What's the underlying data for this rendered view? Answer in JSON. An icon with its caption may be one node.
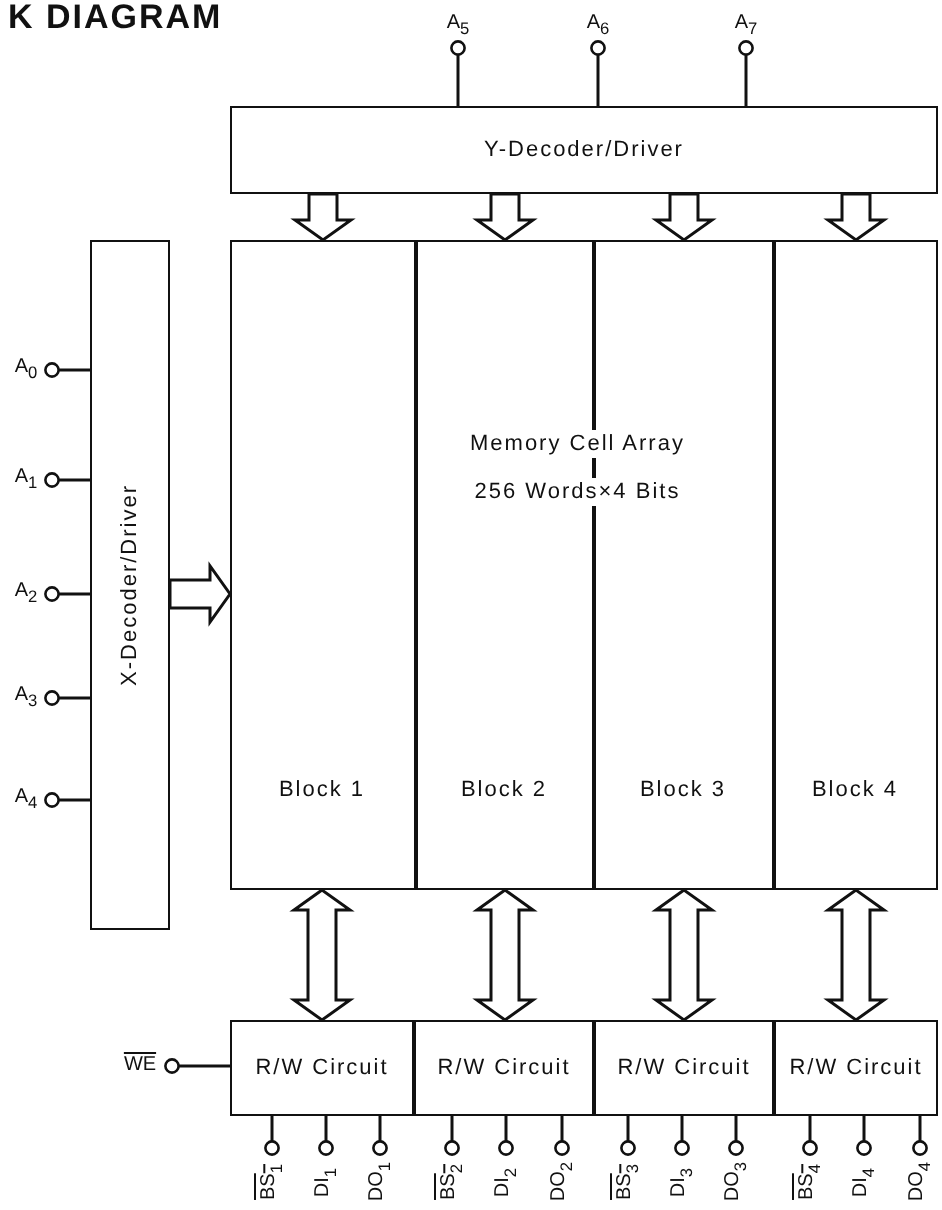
{
  "diagram": {
    "title": "K DIAGRAM",
    "nodes": [
      {
        "text": [
          "A$_{5}$"
        ]
      },
      {
        "text": [
          "A$_{6}$"
        ]
      },
      {
        "text": [
          "A$_{7}$"
        ]
      },
      {
        "text": [
          "Y-Decoder/Driver"
        ]
      },
      {
        "text": [
          "X-Decoder/Driver"
        ]
      },
      {
        "text": [],
        "shape": "box"
      },
      {
        "text": [
          "Block 1"
        ],
        "in": 5
      },
      {
        "text": [
          "Block 2"
        ],
        "in": 5
      },
      {
        "text": [
          "Block 3"
        ],
        "in": 5
      },
      {
        "text": [
          "Block 4"
        ],
        "in": 5
      },
      {
        "text": [
          "A$_{0}$"
        ]
      },
      {
        "text": [
          "A$_{1}$"
        ]
      },
      {
        "text": [
          "A$_{2}$"
        ]
      },
      {
        "text": [
          "A$_{3}$"
        ]
      },
      {
        "text": [
          "A$_{4}$"
        ]
      },
      {
        "text": [
          "WE"
        ]
      },
      {
        "text": [
          "R/W Circuit"
        ]
      },
      {
        "text": [
          "R/W Circuit"
        ]
      },
      {
        "text": [
          "R/W Circuit"
        ]
      },
      {
        "text": [
          "R/W Circuit"
        ]
      },
      {
        "text": [
          "BS$_{1}$"
        ]
      },
      {
        "text": [
          "DI$_{1}$"
        ]
      },
      {
        "text": [
          "DO$_{1}$"
        ]
      },
      {
        "text": [
          "BS$_{2}$"
        ]
      },
      {
        "text": [
          "DI$_{2}$"
        ]
      },
      {
        "text": [
          "DO$_{2}$"
        ]
      },
      {
        "text": [
          "BS$_{3}$"
        ]
      },
      {
        "text": [
          "DI$_{3}$"
        ]
      },
      {
        "text": [
          "DO$_{3}$"
        ]
      },
      {
        "text": [
          "BS$_{4}$"
        ]
      },
      {
        "text": [
          "DI$_{4}$"
        ]
      },
      {
        "text": [
          "DO$_{4}$"
        ]
      }
    ],
    "edges": [
      {
        "from": 0,
        "to": 3,
        "arrow": "other"
      },
      {
        "from": 1,
        "to": 3,
        "arrow": "other"
      },
      {
        "from": 2,
        "to": 3,
        "arrow": "other"
      },
      {
        "from": 3,
        "to": 6,
        "arrow": "to",
        "style": "thick"
      },
      {
        "from": 3,
        "to": 7,
        "arrow": "to",
        "style": "thick"
      },
      {
        "from": 3,
        "to": 8,
        "arrow": "to",
        "style": "thick"
      },
      {
        "from": 3,
        "to": 9,
        "arrow": "to",
        "style": "thick"
      },
      {
        "from": 10,
        "to": 4,
        "arrow": "other"
      },
      {
        "from": 11,
        "to": 4,
        "arrow": "other"
      },
      {
        "from": 12,
        "to": 4,
        "arrow": "other"
      },
      {
        "from": 13,
        "to": 4,
        "arrow": "other"
      },
      {
        "from": 14,
        "to": 4,
        "arrow": "other"
      },
      {
        "from": 4,
        "to": 5,
        "arrow": "to",
        "style": "thick"
      },
      {
        "from": 6,
        "to": 16,
        "arrow": "both",
        "style": "thick"
      },
      {
        "from": 7,
        "to": 17,
        "arrow": "both",
        "style": "thick"
      },
      {
        "from": 8,
        "to": 18,
        "arrow": "both",
        "style": "thick"
      },
      {
        "from": 9,
        "to": 19,
        "arrow": "both",
        "style": "thick"
      },
      {
        "from": 15,
        "to": 16,
        "arrow": "other"
      },
      {
        "from": 20,
        "to": 16,
        "arrow": "other"
      },
      {
        "from": 21,
        "to": 16,
        "arrow": "other"
      },
      {
        "from": 22,
        "to": 16,
        "arrow": "other"
      },
      {
        "from": 23,
        "to": 17,
        "arrow": "other"
      },
      {
        "from": 24,
        "to": 17,
        "arrow": "other"
      },
      {
        "from": 25,
        "to": 17,
        "arrow": "other"
      },
      {
        "from": 26,
        "to": 18,
        "arrow": "other"
      },
      {
        "from": 27,
        "to": 18,
        "arrow": "other"
      },
      {
        "from": 28,
        "to": 18,
        "arrow": "other"
      },
      {
        "from": 29,
        "to": 19,
        "arrow": "other"
      },
      {
        "from": 30,
        "to": 19,
        "arrow": "other"
      },
      {
        "from": 31,
        "to": 19,
        "arrow": "other"
      }
    ],
    "labels": [
      "Memory Cell Array",
      "256 Words×4 Bits"
    ]
  }
}
